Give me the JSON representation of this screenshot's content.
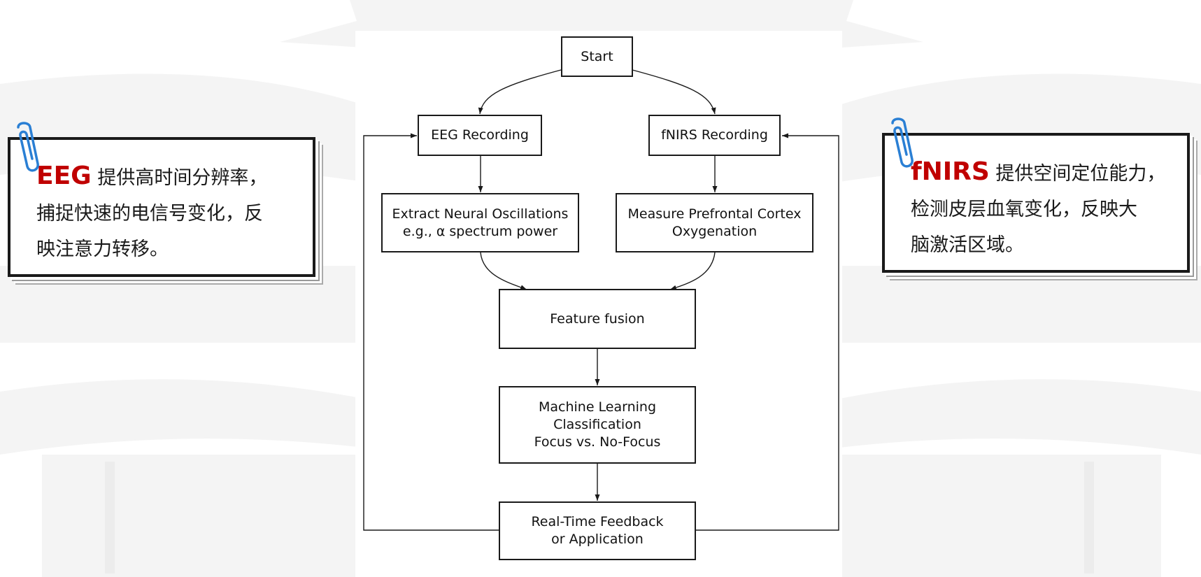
{
  "flowchart": {
    "start": "Start",
    "eeg_recording": "EEG Recording",
    "fnirs_recording": "fNIRS Recording",
    "extract_line1": "Extract Neural Oscillations",
    "extract_line2": "e.g., α spectrum power",
    "measure_line1": "Measure Prefrontal Cortex",
    "measure_line2": "Oxygenation",
    "fusion": "Feature fusion",
    "ml_line1": "Machine Learning",
    "ml_line2": "Classification",
    "ml_line3": "Focus vs. No-Focus",
    "feedback_line1": "Real-Time Feedback",
    "feedback_line2": "or Application"
  },
  "left_note": {
    "highlight": "EEG",
    "line1": " 提供高时间分辨率，",
    "line2": "捕捉快速的电信号变化，反",
    "line3": "映注意力转移。"
  },
  "right_note": {
    "highlight": "fNIRS",
    "line1": " 提供空间定位能力，",
    "line2": "检测皮层血氧变化，反映大",
    "line3": "脑激活区域。"
  },
  "colors": {
    "highlight": "#c00000",
    "clip": "#2a7fd4",
    "stroke": "#1a1a1a"
  }
}
